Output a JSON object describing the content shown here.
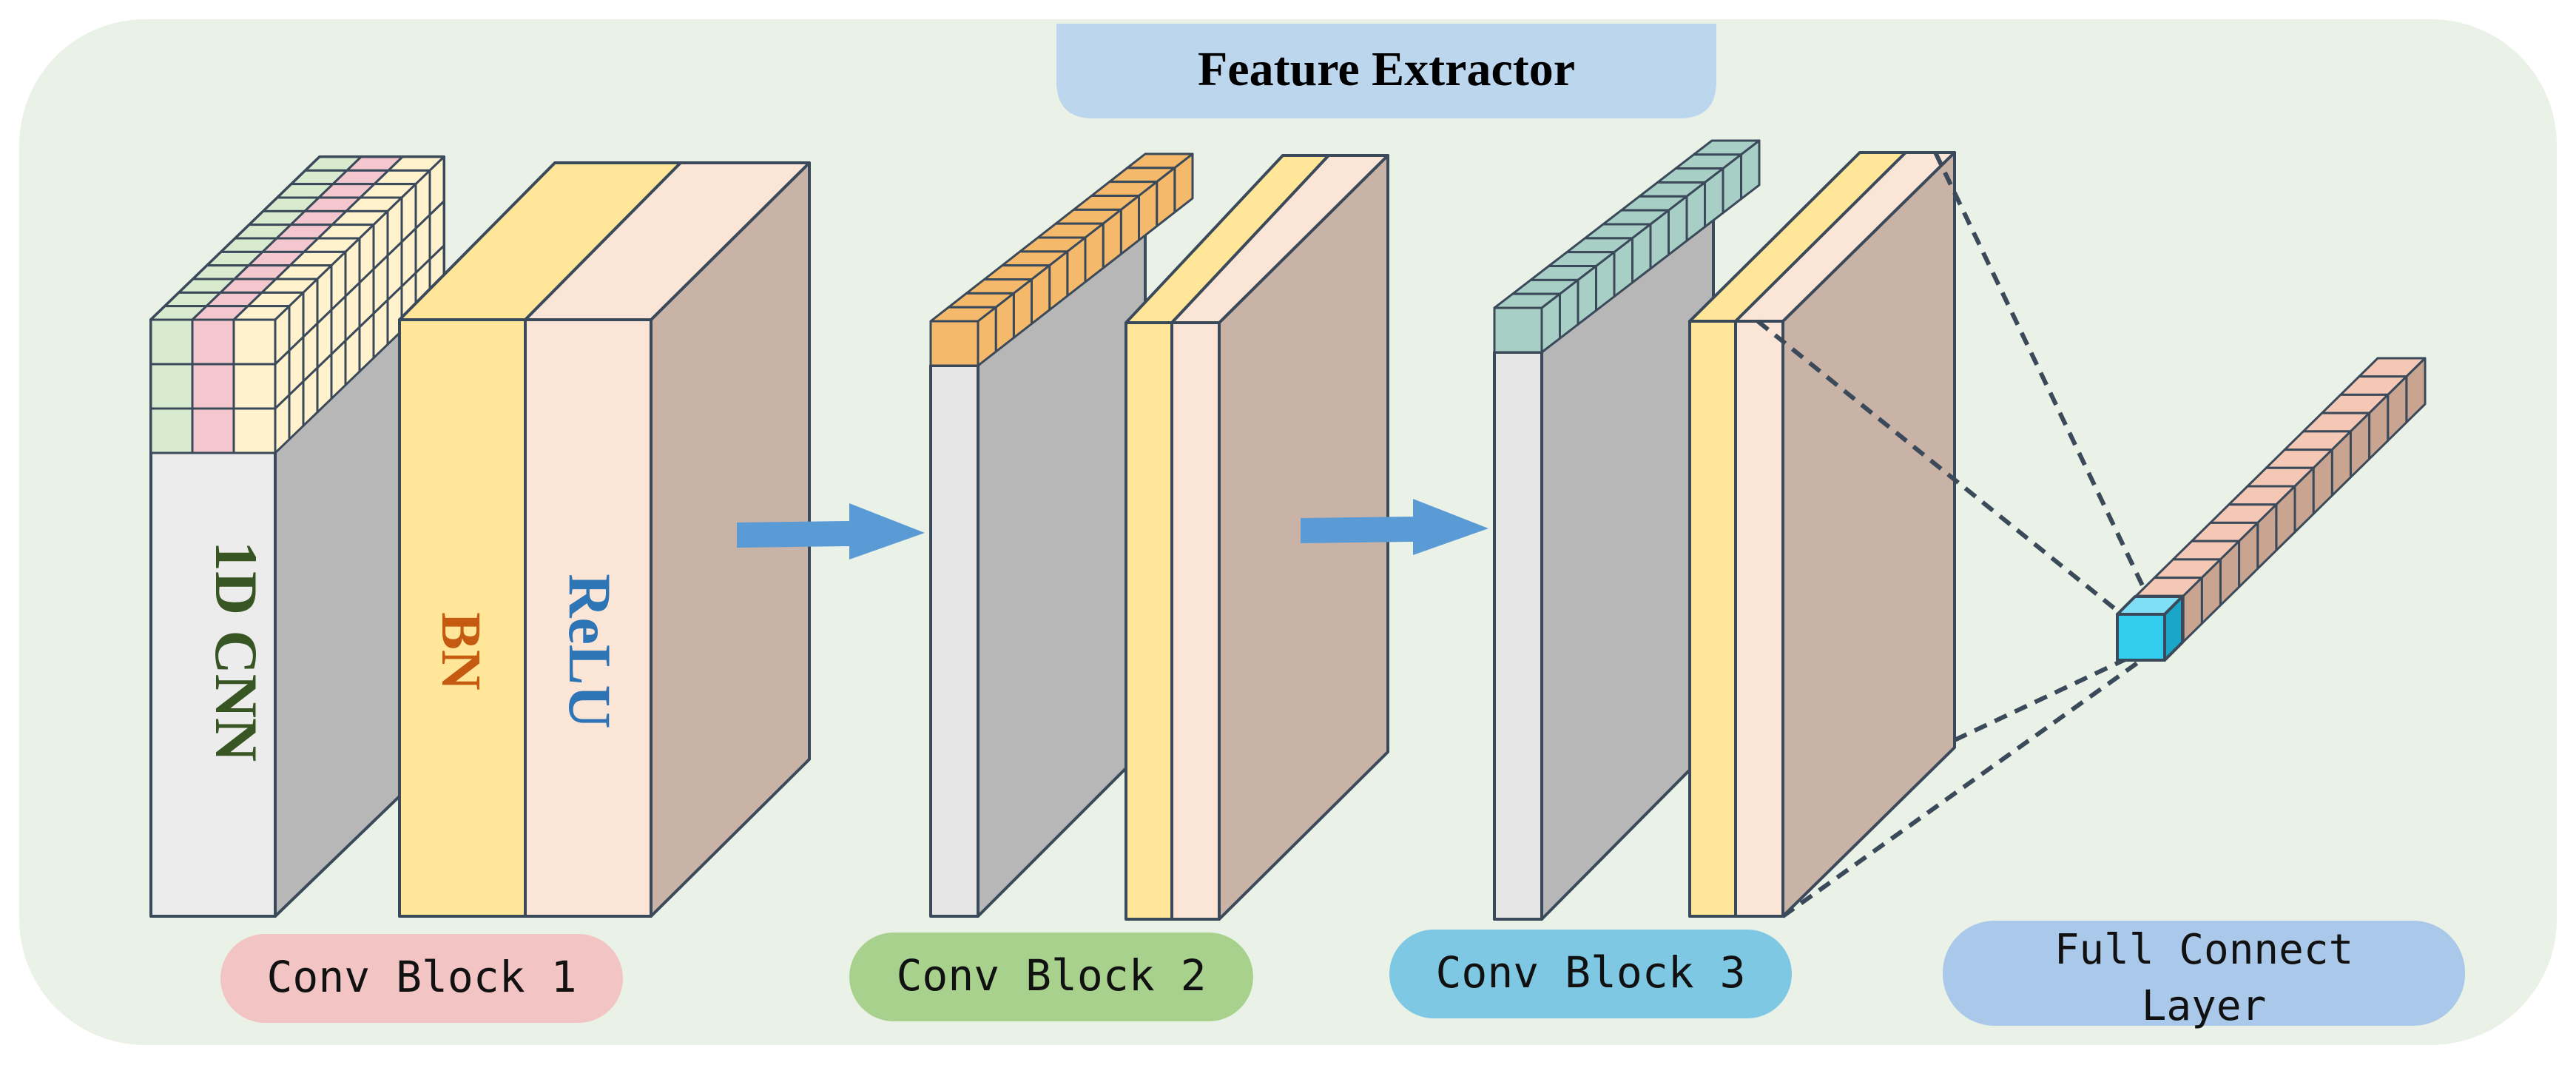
{
  "title": "Feature Extractor",
  "layer_labels": {
    "conv": "1D CNN",
    "bn": "BN",
    "relu": "ReLU"
  },
  "blocks": [
    {
      "label": "Conv Block 1"
    },
    {
      "label": "Conv Block 2"
    },
    {
      "label": "Conv Block 3"
    }
  ],
  "fc": {
    "label_line1": "Full Connect",
    "label_line2": "Layer"
  },
  "colors": {
    "panel_bg": "#eaf1e6",
    "title_bg": "#bcd6ee",
    "block1_label_bg": "#f2c4c4",
    "block2_label_bg": "#a9d18e",
    "block3_label_bg": "#7ec8e3",
    "fc_label_bg": "#a9c8ea",
    "conv_front": "#ececec",
    "conv_side": "#b7b7b7",
    "bn": "#ffe699",
    "relu_front": "#fbe5d6",
    "relu_side": "#c9b2a6",
    "arrow": "#5b9bd5",
    "stroke": "#3b4a5a",
    "conv_text": "#375623",
    "bn_text": "#c55a11",
    "relu_text": "#2e75b6",
    "neuron": "#33ccee",
    "grid_green": "#d8ebcf",
    "grid_pink": "#f4c7cf",
    "grid_cream": "#fff2cc",
    "grid_orange": "#f4b96b",
    "grid_teal": "#a8cfc6"
  }
}
